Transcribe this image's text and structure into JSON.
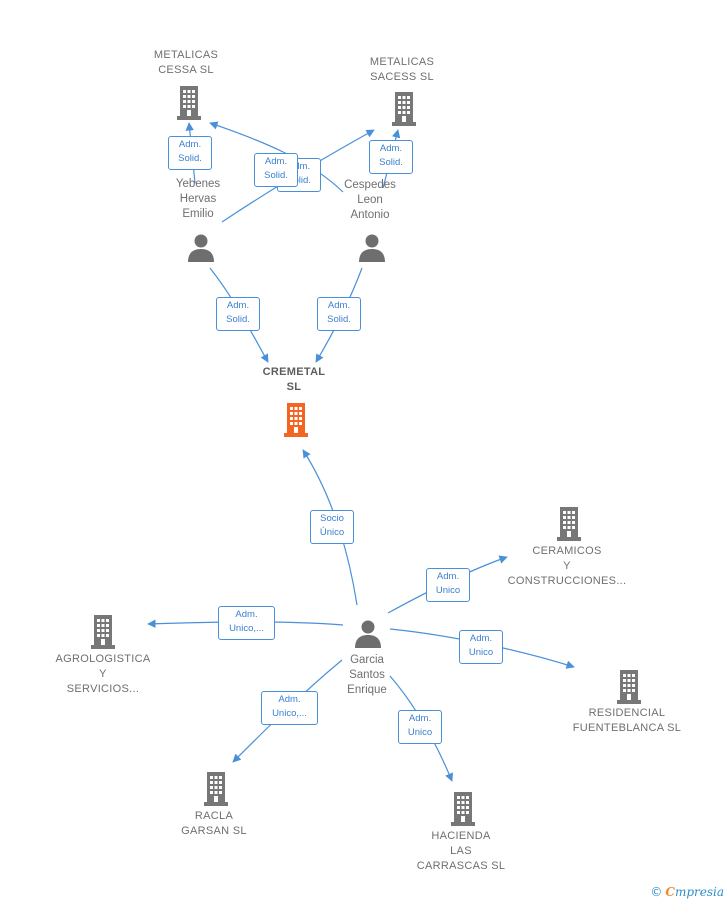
{
  "nodes": {
    "metalicas_cessa": "METALICAS\nCESSA  SL",
    "metalicas_sacess": "METALICAS\nSACESS  SL",
    "yebenes": "Yebenes\nHervas\nEmilio",
    "cespedes": "Cespedes\nLeon\nAntonio",
    "cremetal": "CREMETAL\nSL",
    "garcia": "Garcia\nSantos\nEnrique",
    "ceramicos": "CERAMICOS\nY\nCONSTRUCCIONES...",
    "agrologistica": "AGROLOGISTICA\nY\nSERVICIOS...",
    "residencial": "RESIDENCIAL\nFUENTEBLANCA SL",
    "racla": "RACLA\nGARSAN  SL",
    "hacienda": "HACIENDA\nLAS\nCARRASCAS SL"
  },
  "edges": {
    "yeb_cessa": "Adm.\nSolid.",
    "cesp_cessa": "Adm.\nSolid.",
    "yeb_sacess": "Adm.\nSolid.",
    "cesp_sacess": "Adm.\nSolid.",
    "yeb_cremetal": "Adm.\nSolid.",
    "cesp_cremetal": "Adm.\nSolid.",
    "garcia_cremetal": "Socio\nÚnico",
    "garcia_ceramicos": "Adm.\nUnico",
    "garcia_agro": "Adm.\nUnico,...",
    "garcia_residencial": "Adm.\nUnico",
    "garcia_racla": "Adm.\nUnico,...",
    "garcia_hacienda": "Adm.\nUnico"
  },
  "colors": {
    "edge": "#4a90d9",
    "building": "#777777",
    "focus": "#f26522",
    "person": "#6e6e6e"
  },
  "footer": {
    "copyright": "©",
    "brand_first": "C",
    "brand_rest": "mpresia"
  }
}
